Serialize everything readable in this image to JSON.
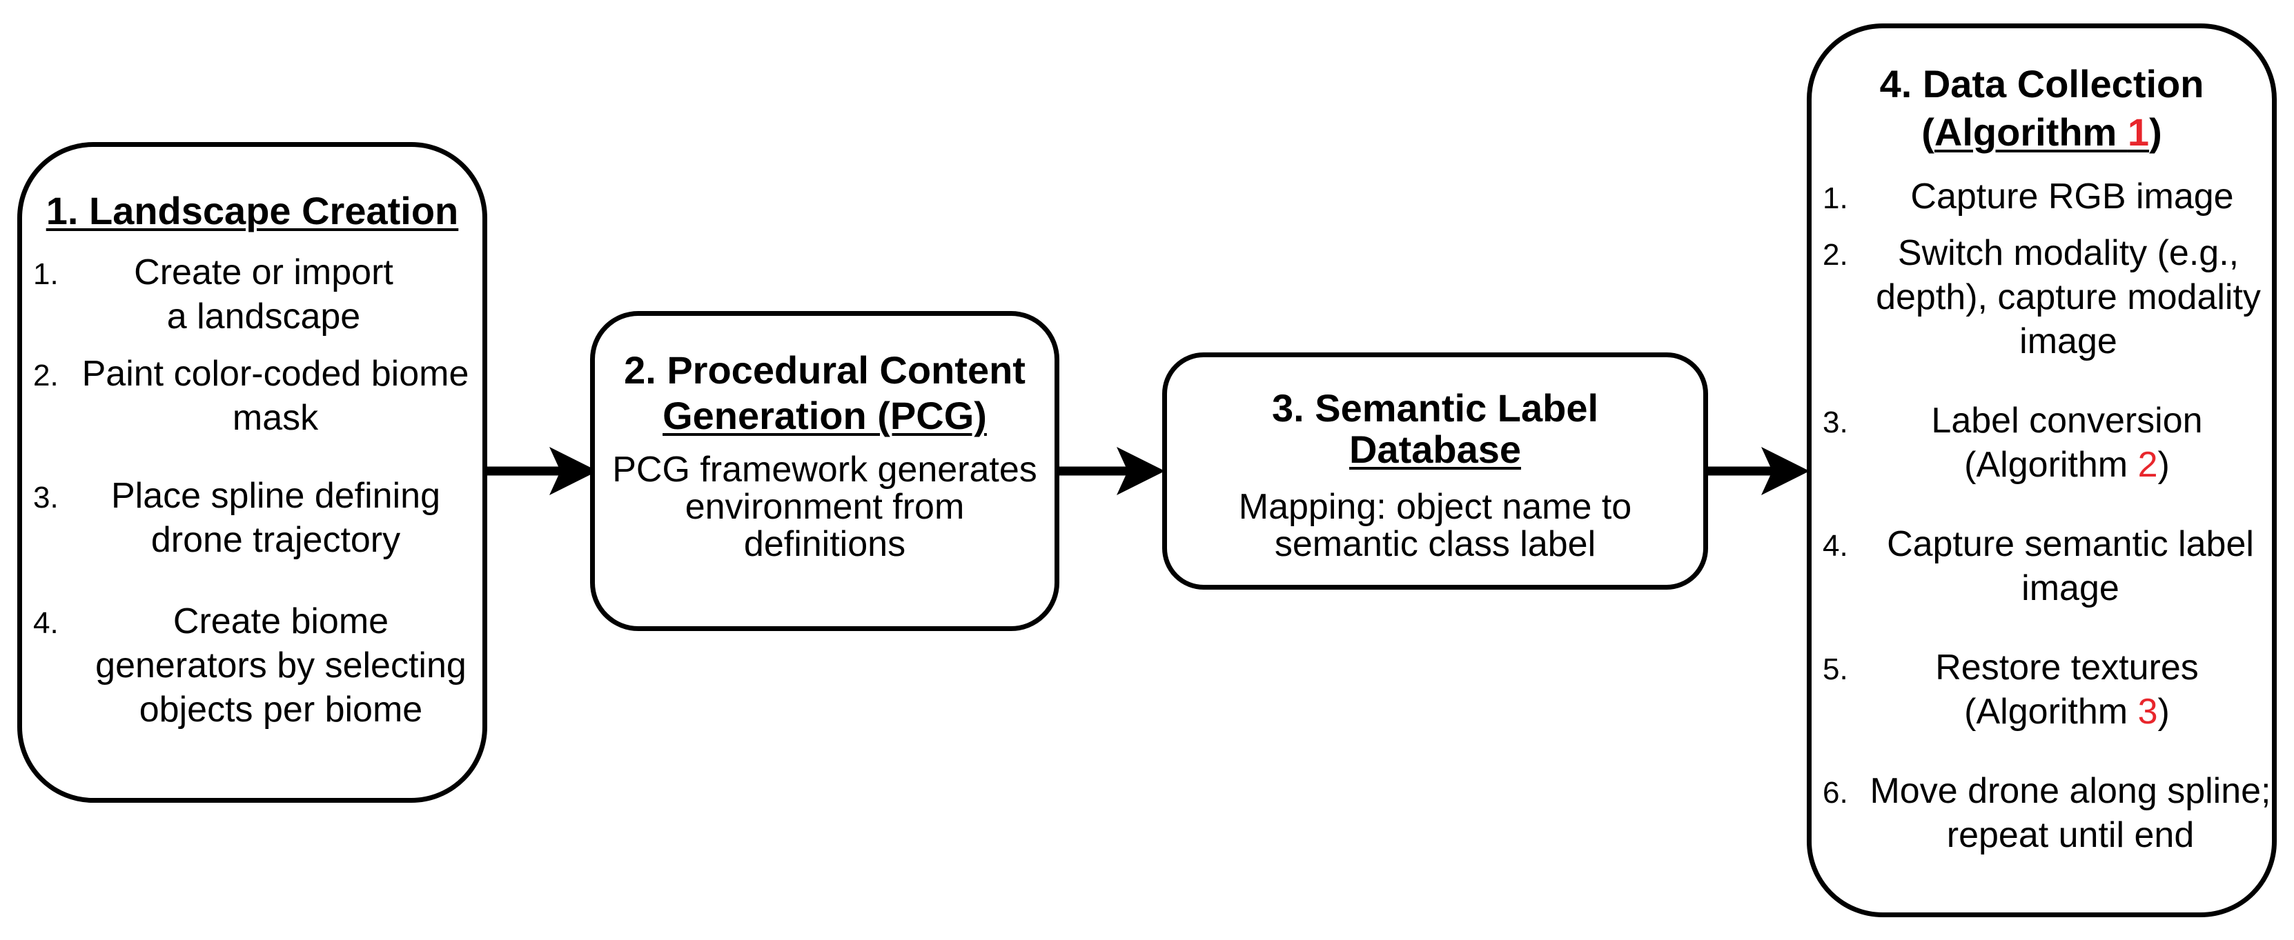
{
  "box1": {
    "title": "1. Landscape Creation",
    "items": [
      {
        "num": "1.",
        "text": "Create or import a landscape"
      },
      {
        "num": "2.",
        "text": "Paint color-coded biome mask"
      },
      {
        "num": "3.",
        "text": "Place spline defining drone trajectory"
      },
      {
        "num": "4.",
        "text": "Create biome generators by selecting objects per biome"
      }
    ]
  },
  "box2": {
    "title_line1": "2. Procedural Content",
    "title_line2": "Generation (PCG)",
    "desc": "PCG framework generates environment from definitions"
  },
  "box3": {
    "title_line1": "3. Semantic Label",
    "title_line2": "Database",
    "desc": "Mapping: object name to semantic class label"
  },
  "box4": {
    "title_line1": "4. Data Collection",
    "title_open": "(",
    "title_link": "Algorithm ",
    "title_ref": "1",
    "title_close": ")",
    "items": [
      {
        "num": "1.",
        "text": "Capture RGB image"
      },
      {
        "num": "2.",
        "text": "Switch modality (e.g., depth), capture modality image"
      },
      {
        "num": "3.",
        "text": "Label conversion (Algorithm ",
        "ref": "2",
        "after": ")"
      },
      {
        "num": "4.",
        "text": "Capture semantic label image"
      },
      {
        "num": "5.",
        "text": "Restore textures (Algorithm ",
        "ref": "3",
        "after": ")"
      },
      {
        "num": "6.",
        "text": "Move drone along spline; repeat until end"
      }
    ]
  },
  "colors": {
    "reference": "#e8262c",
    "stroke": "#000000"
  }
}
